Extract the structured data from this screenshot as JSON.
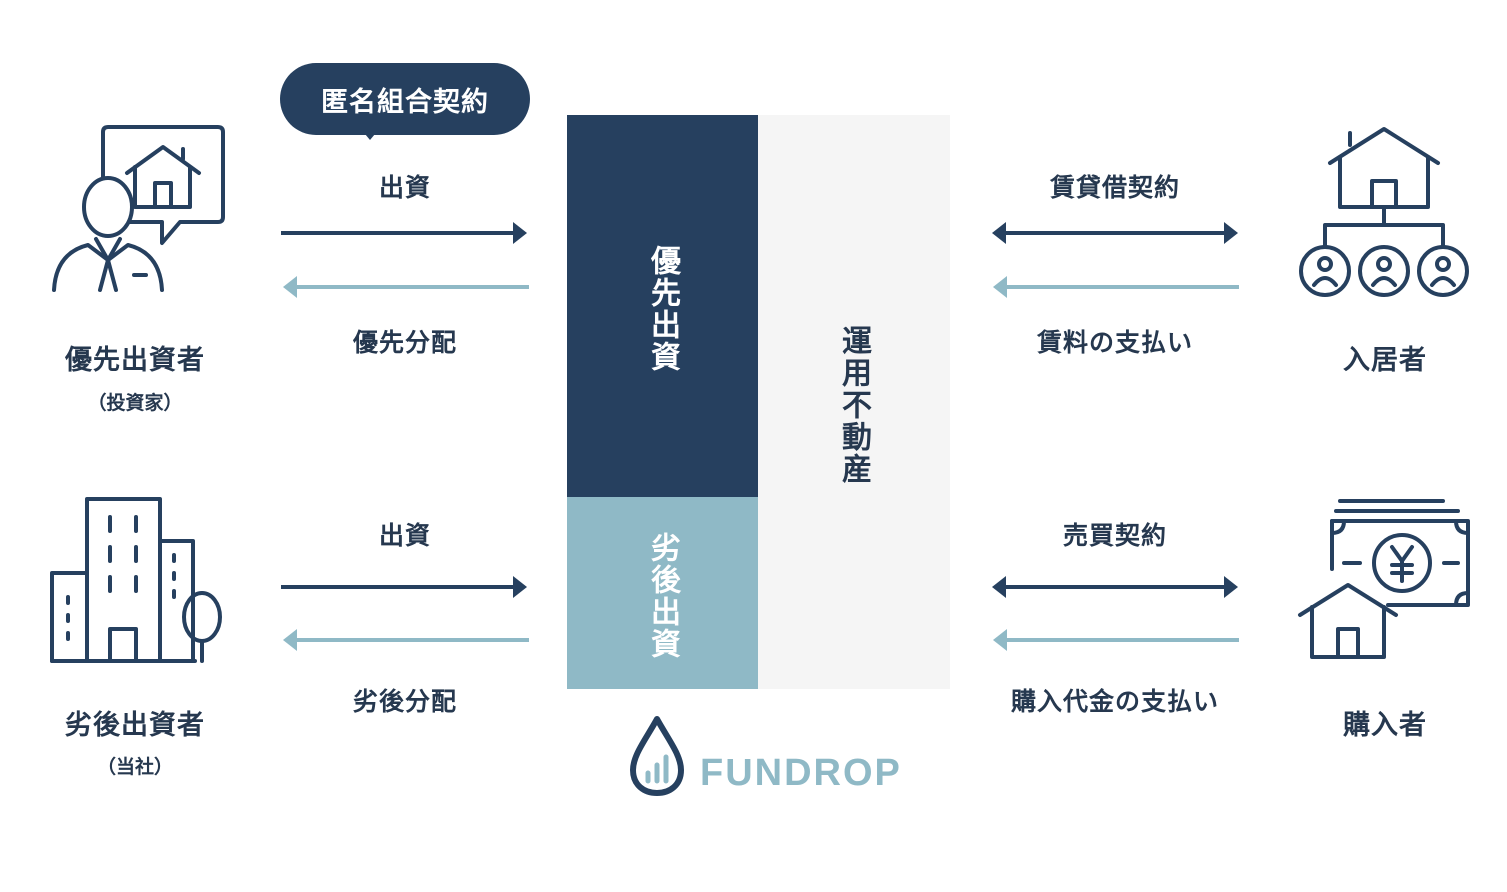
{
  "contract_badge": "匿名組合契約",
  "left": {
    "senior": {
      "name": "優先出資者",
      "sub": "（投資家）",
      "flow_in": "出資",
      "flow_out": "優先分配"
    },
    "junior": {
      "name": "劣後出資者",
      "sub": "（当社）",
      "flow_in": "出資",
      "flow_out": "劣後分配"
    }
  },
  "center": {
    "senior_equity": "優先出資",
    "junior_equity": "劣後出資",
    "property": "運用不動産",
    "brand": "FUNDROP"
  },
  "right": {
    "tenant": {
      "name": "入居者",
      "contract": "賃貸借契約",
      "payment": "賃料の支払い"
    },
    "buyer": {
      "name": "購入者",
      "contract": "売買契約",
      "payment": "購入代金の支払い"
    }
  },
  "colors": {
    "navy": "#26405f",
    "light_blue": "#8fb9c6",
    "property_bg": "#f5f5f5"
  },
  "icons": [
    "investor-house-icon",
    "building-icon",
    "tenants-house-icon",
    "money-house-icon",
    "fundrop-drop-icon"
  ]
}
